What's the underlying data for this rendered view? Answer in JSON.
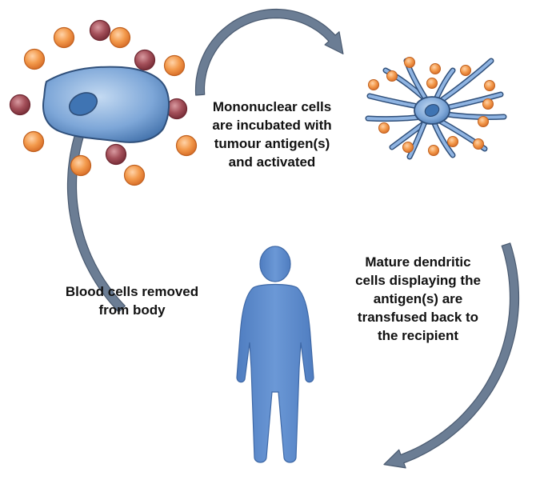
{
  "colors": {
    "background": "#ffffff",
    "arrow_fill": "#6b7d94",
    "arrow_stroke": "#4a5a70",
    "cell_fill": "#5f8dc6",
    "cell_stroke": "#2f4f7a",
    "nucleus_fill": "#3f74b3",
    "orange_bead": "#f08c3a",
    "red_bead": "#a0454f",
    "person_fill": "#5a87c8",
    "text": "#111111"
  },
  "captions": {
    "incubation": [
      "Mononuclear cells",
      "are incubated with",
      "tumour antigen(s)",
      "and activated"
    ],
    "mature_transfusion": [
      "Mature dendritic",
      "cells displaying the",
      "antigen(s) are",
      "transfused back to",
      "the recipient"
    ],
    "blood_removed": [
      "Blood cells removed",
      "from body"
    ]
  },
  "icons": {
    "mononuclear_cell": "mononuclear-cell-icon",
    "dendritic_cell": "dendritic-cell-icon",
    "person": "person-icon",
    "cycle_arrows": "cycle-arrow-icon"
  }
}
